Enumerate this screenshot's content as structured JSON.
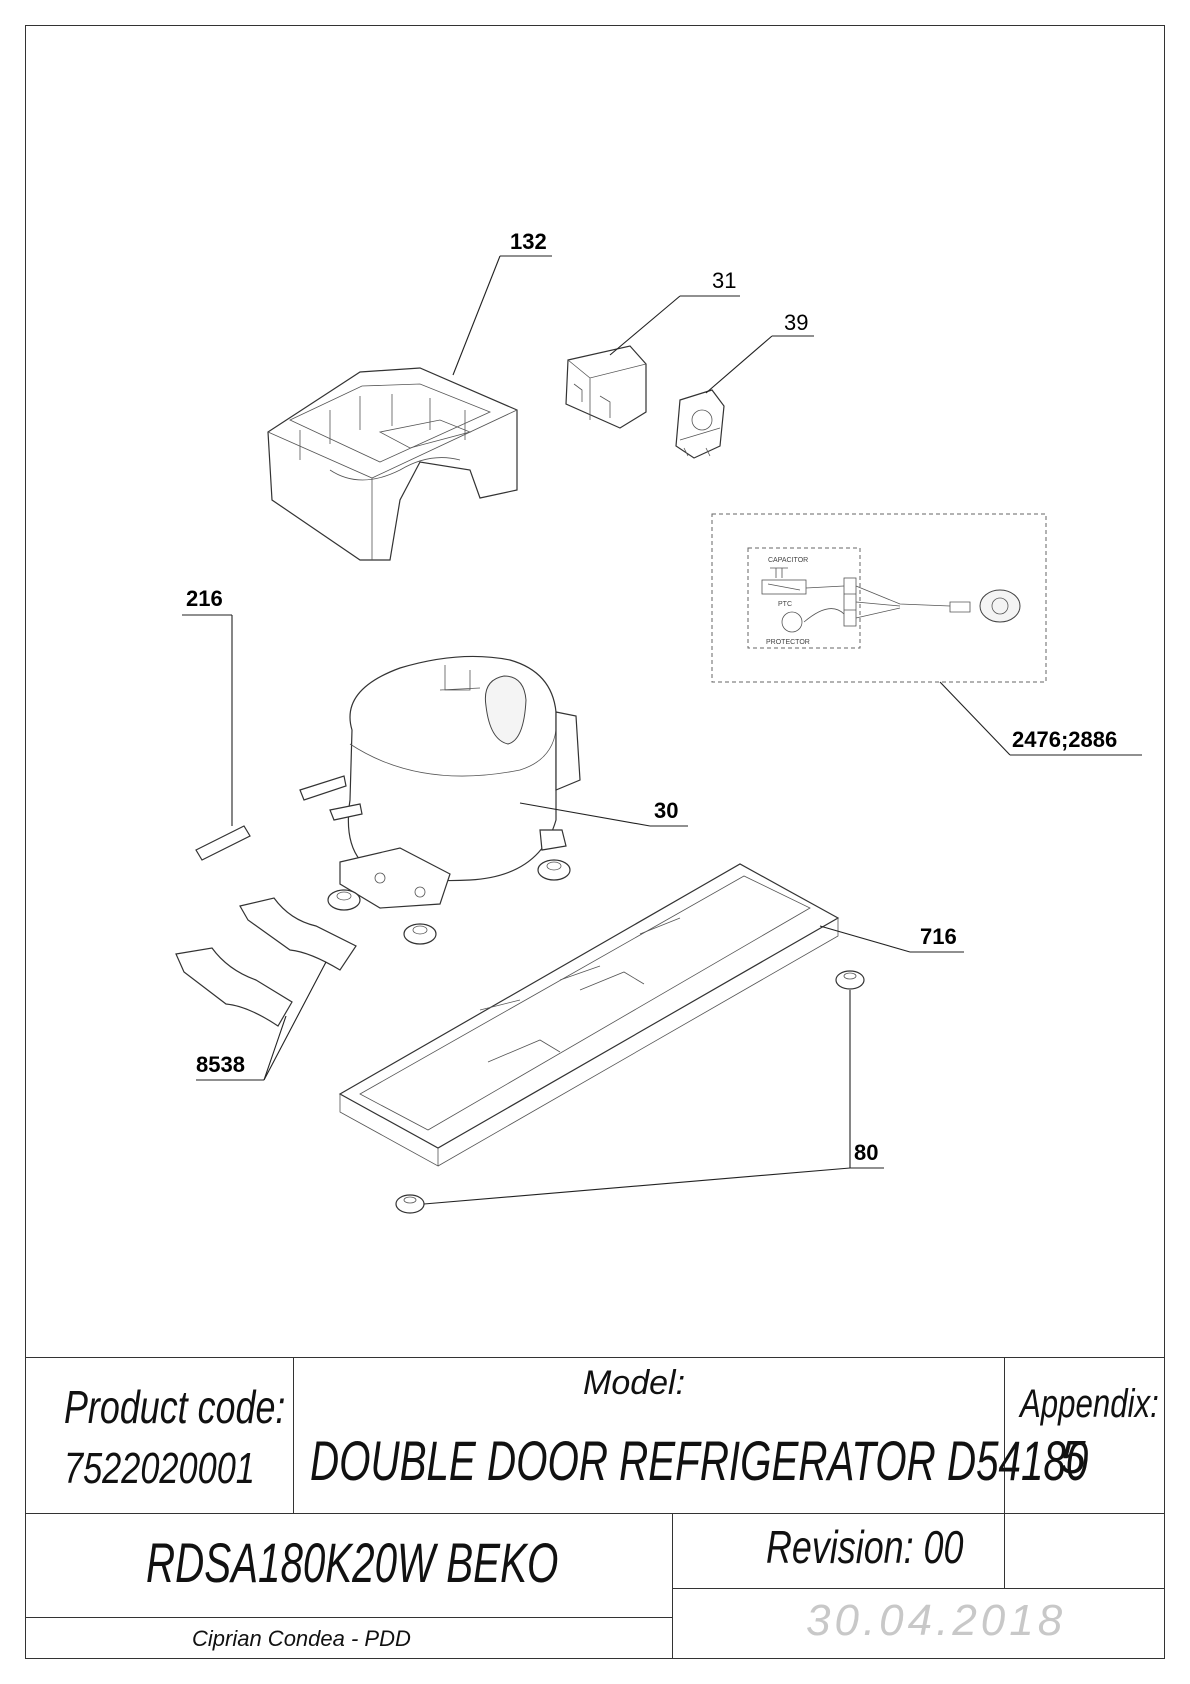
{
  "callouts": {
    "c132": "132",
    "c31": "31",
    "c39": "39",
    "c216": "216",
    "c2476": "2476;2886",
    "c30": "30",
    "c716": "716",
    "c8538": "8538",
    "c80": "80"
  },
  "wiring": {
    "capacitor": "CAPACITOR",
    "ptc": "PTC",
    "protector": "PROTECTOR"
  },
  "title_block": {
    "product_code_label": "Product code:",
    "product_code": "7522020001",
    "model_label": "Model:",
    "model": "DOUBLE DOOR REFRIGERATOR D54180",
    "appendix_label": "Appendix:",
    "appendix": "5",
    "variant": "RDSA180K20W BEKO",
    "revision": "Revision: 00",
    "author": "Ciprian Condea - PDD",
    "date": "30.04.2018"
  }
}
